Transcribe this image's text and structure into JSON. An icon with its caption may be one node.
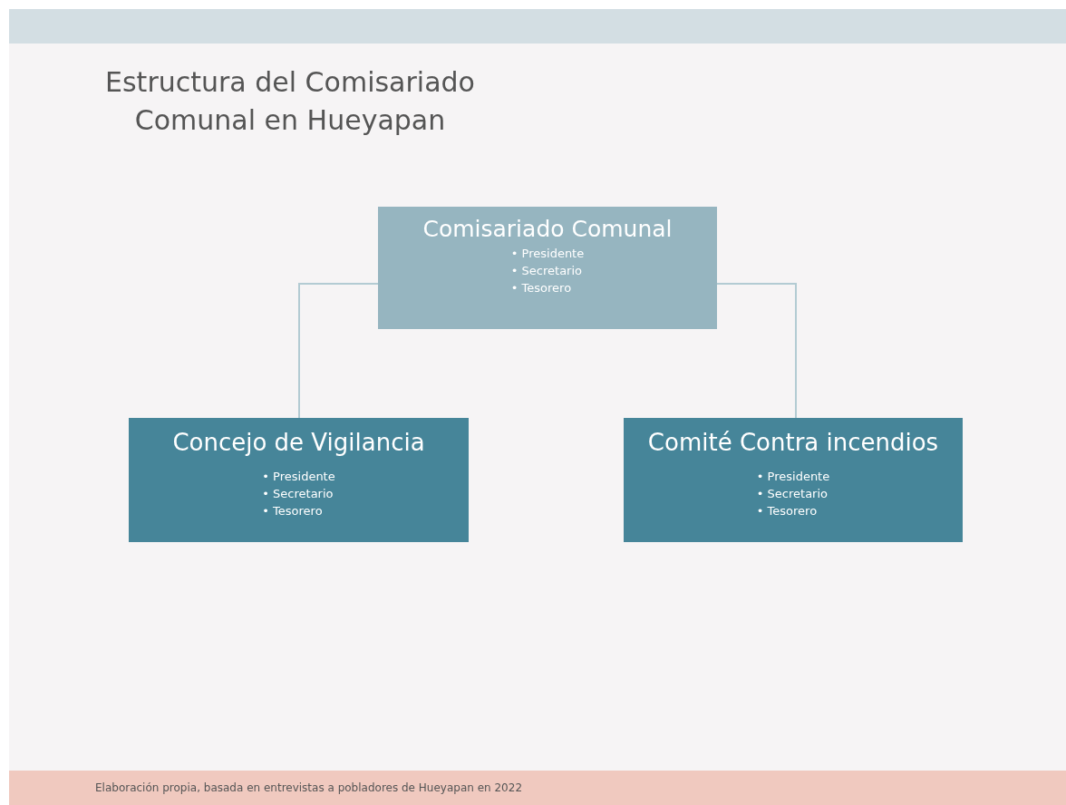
{
  "diagram": {
    "title": "Estructura del Comisariado Comunal en Hueyapan",
    "caption": "Elaboración propia, basada en entrevistas a pobladores de Hueyapan en 2022",
    "nodes": [
      {
        "text": [
          "Comisariado Comunal",
          "• Presidente",
          "• Secretario",
          "• Tesorero"
        ]
      },
      {
        "text": [
          "Concejo de Vigilancia",
          "• Presidente",
          "• Secretario",
          "• Tesorero"
        ]
      },
      {
        "text": [
          "Comité Contra incendios",
          "• Presidente",
          "• Secretario",
          "• Tesorero"
        ]
      }
    ],
    "edges": [
      {
        "from": 0,
        "to": 1,
        "arrow": "none"
      },
      {
        "from": 0,
        "to": 2,
        "arrow": "none"
      }
    ]
  }
}
